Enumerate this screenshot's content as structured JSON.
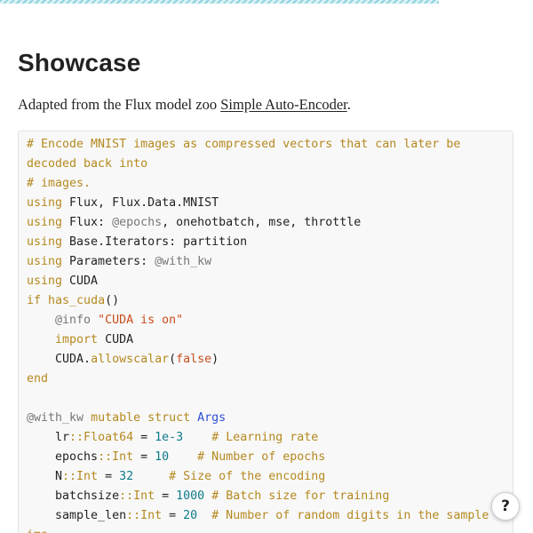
{
  "page": {
    "title": "Showcase",
    "intro_prefix": "Adapted from the Flux model zoo ",
    "intro_link": "Simple Auto-Encoder",
    "intro_suffix": "."
  },
  "code": {
    "lines": [
      [
        {
          "t": "# Encode MNIST images as compressed vectors that can later be",
          "c": "cm"
        }
      ],
      [
        {
          "t": "decoded back into",
          "c": "cm"
        }
      ],
      [
        {
          "t": "# images.",
          "c": "cm"
        }
      ],
      [
        {
          "t": "using",
          "c": "kw"
        },
        {
          "t": " Flux, Flux.Data.MNIST",
          "c": ""
        }
      ],
      [
        {
          "t": "using",
          "c": "kw"
        },
        {
          "t": " Flux: ",
          "c": ""
        },
        {
          "t": "@epochs",
          "c": "mac"
        },
        {
          "t": ", onehotbatch, mse, throttle",
          "c": ""
        }
      ],
      [
        {
          "t": "using",
          "c": "kw"
        },
        {
          "t": " Base.Iterators: partition",
          "c": ""
        }
      ],
      [
        {
          "t": "using",
          "c": "kw"
        },
        {
          "t": " Parameters: ",
          "c": ""
        },
        {
          "t": "@with_kw",
          "c": "mac"
        }
      ],
      [
        {
          "t": "using",
          "c": "kw"
        },
        {
          "t": " CUDA",
          "c": ""
        }
      ],
      [
        {
          "t": "if",
          "c": "kw"
        },
        {
          "t": " ",
          "c": ""
        },
        {
          "t": "has_cuda",
          "c": "fn"
        },
        {
          "t": "()",
          "c": ""
        }
      ],
      [
        {
          "t": "    ",
          "c": ""
        },
        {
          "t": "@info",
          "c": "mac"
        },
        {
          "t": " ",
          "c": ""
        },
        {
          "t": "\"CUDA is on\"",
          "c": "str"
        }
      ],
      [
        {
          "t": "    ",
          "c": ""
        },
        {
          "t": "import",
          "c": "kw"
        },
        {
          "t": " CUDA",
          "c": ""
        }
      ],
      [
        {
          "t": "    CUDA.",
          "c": ""
        },
        {
          "t": "allowscalar",
          "c": "fn"
        },
        {
          "t": "(",
          "c": ""
        },
        {
          "t": "false",
          "c": "bool"
        },
        {
          "t": ")",
          "c": ""
        }
      ],
      [
        {
          "t": "end",
          "c": "kw"
        }
      ],
      [
        {
          "t": "",
          "c": ""
        }
      ],
      [
        {
          "t": "@with_kw",
          "c": "mac"
        },
        {
          "t": " ",
          "c": ""
        },
        {
          "t": "mutable struct",
          "c": "kw"
        },
        {
          "t": " ",
          "c": ""
        },
        {
          "t": "Args",
          "c": "tyname"
        }
      ],
      [
        {
          "t": "    lr",
          "c": ""
        },
        {
          "t": "::Float64",
          "c": "type"
        },
        {
          "t": " = ",
          "c": ""
        },
        {
          "t": "1e-3",
          "c": "num"
        },
        {
          "t": "    ",
          "c": ""
        },
        {
          "t": "# Learning rate",
          "c": "cm"
        }
      ],
      [
        {
          "t": "    epochs",
          "c": ""
        },
        {
          "t": "::Int",
          "c": "type"
        },
        {
          "t": " = ",
          "c": ""
        },
        {
          "t": "10",
          "c": "num"
        },
        {
          "t": "    ",
          "c": ""
        },
        {
          "t": "# Number of epochs",
          "c": "cm"
        }
      ],
      [
        {
          "t": "    N",
          "c": ""
        },
        {
          "t": "::Int",
          "c": "type"
        },
        {
          "t": " = ",
          "c": ""
        },
        {
          "t": "32",
          "c": "num"
        },
        {
          "t": "     ",
          "c": ""
        },
        {
          "t": "# Size of the encoding",
          "c": "cm"
        }
      ],
      [
        {
          "t": "    batchsize",
          "c": ""
        },
        {
          "t": "::Int",
          "c": "type"
        },
        {
          "t": " = ",
          "c": ""
        },
        {
          "t": "1000",
          "c": "num"
        },
        {
          "t": " ",
          "c": ""
        },
        {
          "t": "# Batch size for training",
          "c": "cm"
        }
      ],
      [
        {
          "t": "    sample_len",
          "c": ""
        },
        {
          "t": "::Int",
          "c": "type"
        },
        {
          "t": " = ",
          "c": ""
        },
        {
          "t": "20",
          "c": "num"
        },
        {
          "t": "  ",
          "c": ""
        },
        {
          "t": "# Number of random digits in the sample",
          "c": "cm"
        }
      ],
      [
        {
          "t": "ima",
          "c": "cm"
        }
      ]
    ]
  },
  "help_button": {
    "label": "?"
  },
  "colors": {
    "comment_keyword": "#b5891f",
    "string": "#c84e1c",
    "number": "#0e7a8a",
    "type_name": "#2f4fd8",
    "code_background": "#f8f8f8"
  }
}
